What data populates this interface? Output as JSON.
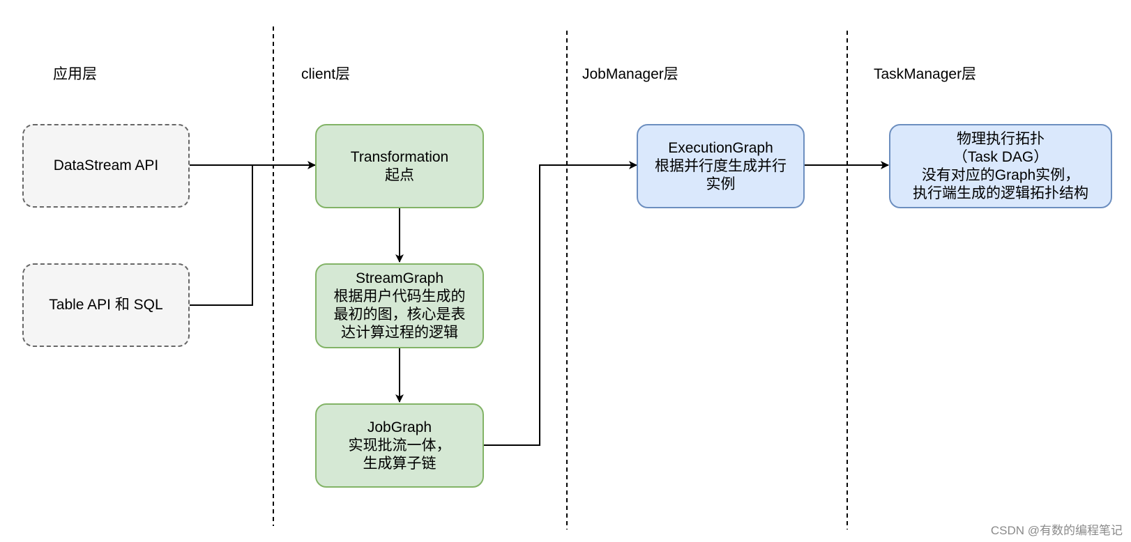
{
  "layers": {
    "app": "应用层",
    "client": "client层",
    "jobmanager": "JobManager层",
    "taskmanager": "TaskManager层"
  },
  "nodes": {
    "datastream_api": {
      "lines": [
        "DataStream API"
      ]
    },
    "table_api_sql": {
      "lines": [
        "Table API 和 SQL"
      ]
    },
    "transformation": {
      "lines": [
        "Transformation",
        "起点"
      ]
    },
    "streamgraph": {
      "lines": [
        "StreamGraph",
        "根据用户代码生成的",
        "最初的图，核心是表",
        "达计算过程的逻辑"
      ]
    },
    "jobgraph": {
      "lines": [
        "JobGraph",
        "实现批流一体，",
        "生成算子链"
      ]
    },
    "executiongraph": {
      "lines": [
        "ExecutionGraph",
        "根据并行度生成并行",
        "实例"
      ]
    },
    "physical_topology": {
      "lines": [
        "物理执行拓扑",
        "（Task DAG）",
        "没有对应的Graph实例，",
        "执行端生成的逻辑拓扑结构"
      ]
    }
  },
  "watermark": "CSDN @有数的编程笔记",
  "colors": {
    "green_fill": "#d5e8d4",
    "green_stroke": "#82b366",
    "blue_fill": "#dae8fc",
    "blue_stroke": "#6c8ebf",
    "gray_fill": "#f5f5f5",
    "gray_stroke": "#666666"
  }
}
